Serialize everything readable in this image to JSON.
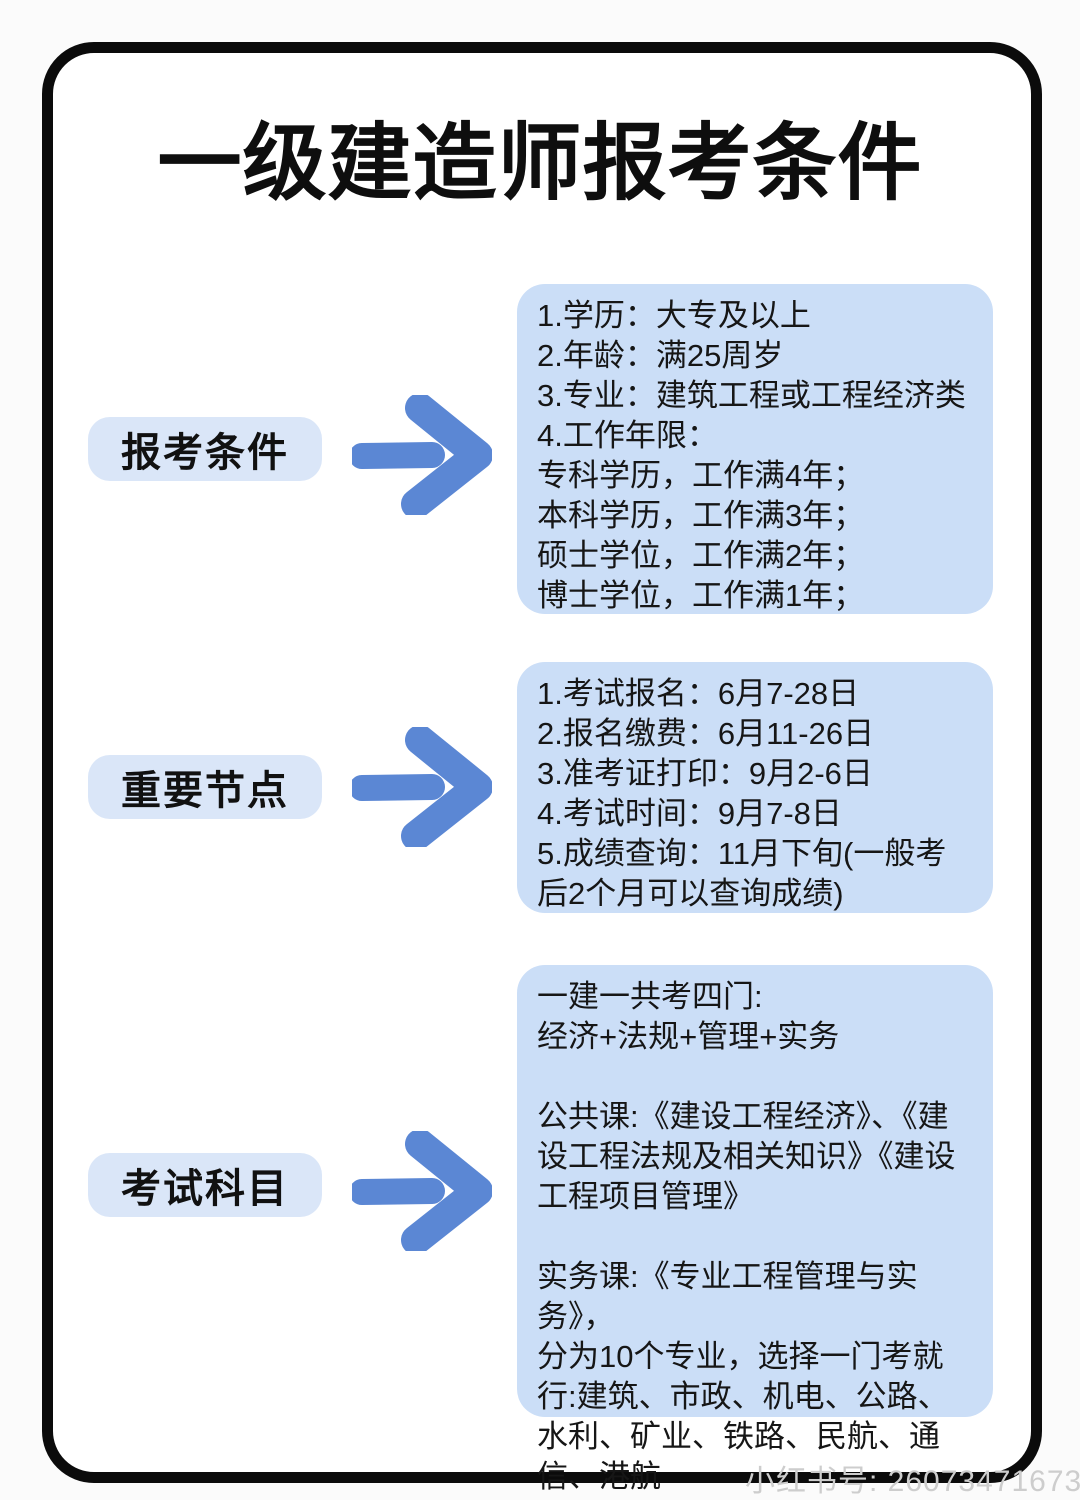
{
  "title": "一级建造师报考条件",
  "watermark": "小红书号: 26073471673",
  "colors": {
    "box_bg": "#cbdef7",
    "pill_bg": "#dae6f8",
    "arrow_color": "#5b87d4",
    "border_color": "#0b0b0b",
    "watermark_color": "#cdcdcd"
  },
  "sections": [
    {
      "label": "报考条件",
      "content": "1.学历：大专及以上\n2.年龄：满25周岁\n3.专业：建筑工程或工程经济类\n4.工作年限：\n专科学历，工作满4年；\n本科学历，工作满3年；\n硕士学位，工作满2年；\n博士学位，工作满1年；"
    },
    {
      "label": "重要节点",
      "content": "1.考试报名：6月7-28日\n2.报名缴费：6月11-26日\n3.准考证打印：9月2-6日\n4.考试时间：9月7-8日\n5.成绩查询：11月下旬(一般考后2个月可以查询成绩)"
    },
    {
      "label": "考试科目",
      "content": "一建一共考四门:\n经济+法规+管理+实务\n\n公共课:《建设工程经济》、《建设工程法规及相关知识》《建设工程项目管理》\n\n实务课:《专业工程管理与实务》，\n分为10个专业，选择一门考就行:建筑、市政、机电、公路、水利、矿业、铁路、民航、通信、港航"
    }
  ]
}
